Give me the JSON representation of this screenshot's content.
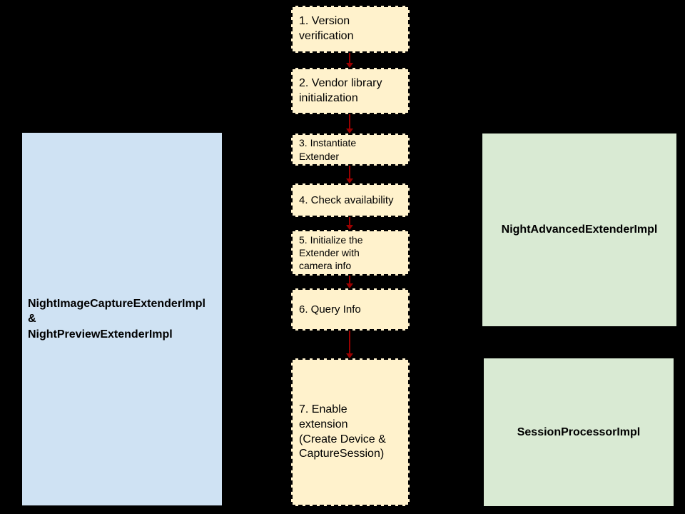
{
  "colors": {
    "background": "#000000",
    "step_fill": "#FFF2CC",
    "step_border": "#000000",
    "left_fill": "#CFE2F3",
    "right_fill": "#D9EAD3",
    "arrow": "#990000",
    "text": "#000000"
  },
  "flow": {
    "steps": [
      {
        "label": "1. Version\nverification"
      },
      {
        "label": "2. Vendor library\ninitialization"
      },
      {
        "label": "3. Instantiate\nExtender"
      },
      {
        "label": "4. Check availability"
      },
      {
        "label": "5. Initialize the\nExtender with\ncamera info"
      },
      {
        "label": "6. Query Info"
      },
      {
        "label": "7. Enable\nextension\n(Create Device &\nCaptureSession)"
      }
    ]
  },
  "sides": {
    "left": {
      "lines": [
        "NightImageCaptureExtenderImpl",
        "&",
        "NightPreviewExtenderImpl"
      ]
    },
    "right_top": {
      "label": "NightAdvancedExtenderImpl"
    },
    "right_bottom": {
      "label": "SessionProcessorImpl"
    }
  }
}
